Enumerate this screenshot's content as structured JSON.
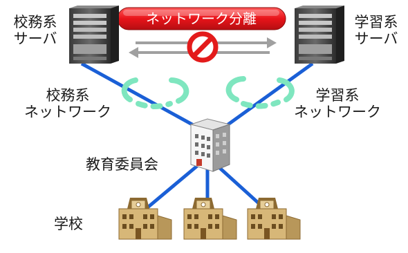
{
  "banner": {
    "text": "ネットワーク分離"
  },
  "nodes": {
    "admin_server": {
      "line1": "校務系",
      "line2": "サーバ"
    },
    "learning_server": {
      "line1": "学習系",
      "line2": "サーバ"
    },
    "admin_network": {
      "line1": "校務系",
      "line2": "ネットワーク"
    },
    "learning_network": {
      "line1": "学習系",
      "line2": "ネットワーク"
    },
    "board_of_education": {
      "text": "教育委員会"
    },
    "school": {
      "text": "学校"
    }
  },
  "icons": [
    "server-icon",
    "office-building-icon",
    "school-building-icon",
    "prohibited-icon",
    "bidirectional-arrow-icon",
    "wireless-signal-icon"
  ],
  "colors": {
    "banner_red": "#e8141a",
    "link_blue": "#1a5fd6",
    "wireless_green": "#7fe6bf",
    "prohibit_red": "#e31b1b",
    "arrow_gray": "#a0a0a0",
    "school_tan": "#c9a86a"
  }
}
